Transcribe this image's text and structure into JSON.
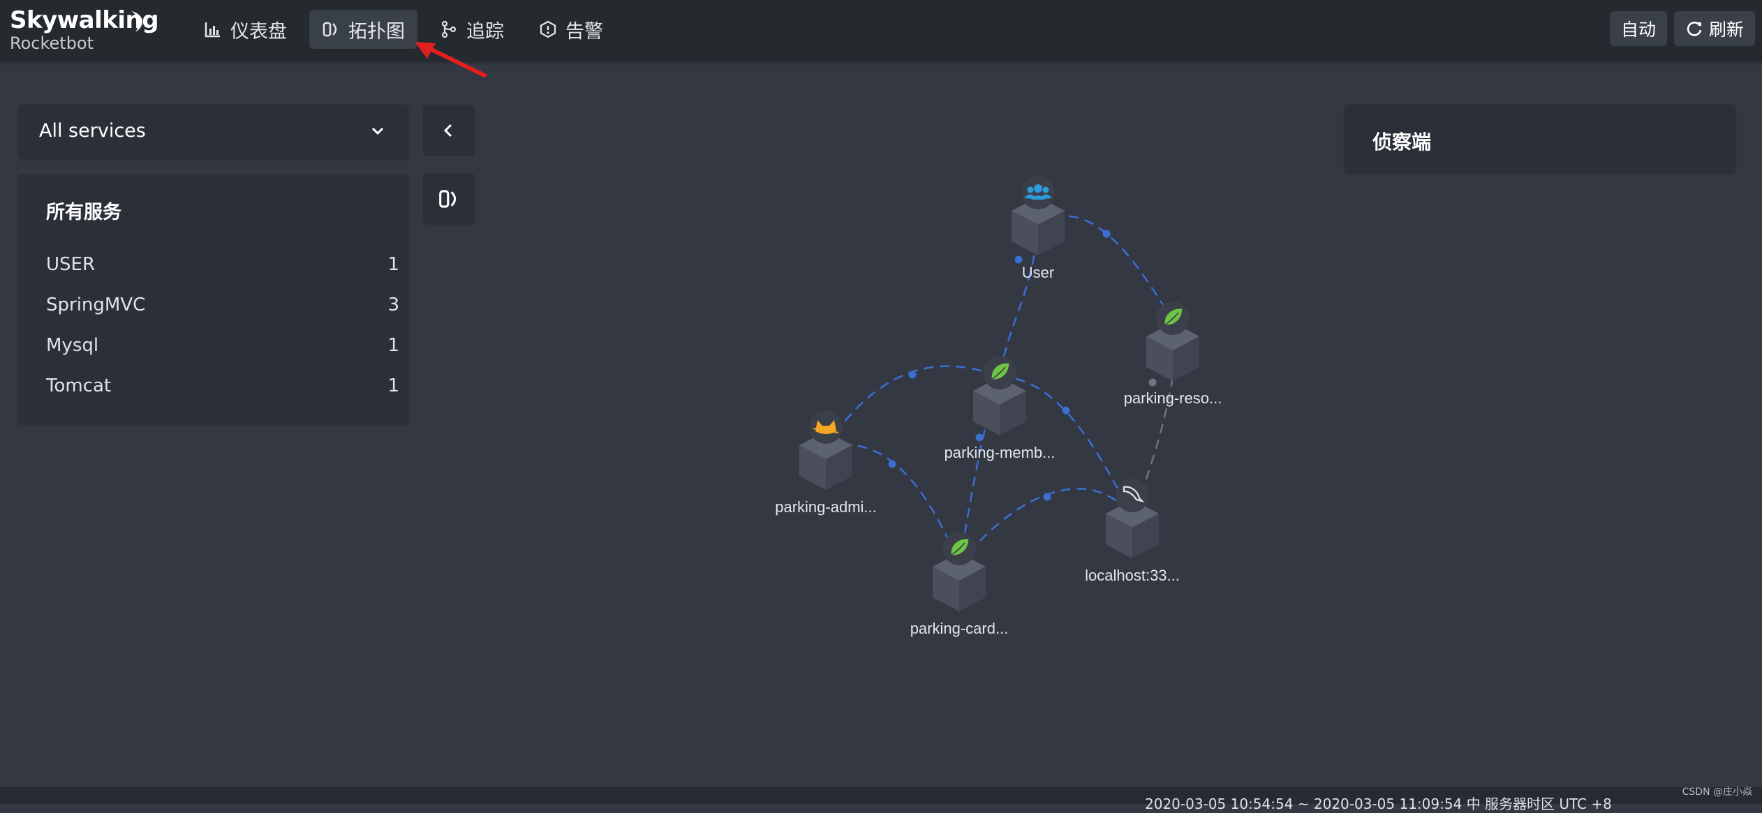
{
  "brand": {
    "name": "Skywalking",
    "subtitle": "Rocketbot"
  },
  "nav": [
    {
      "label": "仪表盘",
      "icon": "bar-chart-icon",
      "active": false
    },
    {
      "label": "拓扑图",
      "icon": "topology-icon",
      "active": true
    },
    {
      "label": "追踪",
      "icon": "trace-icon",
      "active": false
    },
    {
      "label": "告警",
      "icon": "alarm-icon",
      "active": false
    }
  ],
  "toolbar": {
    "auto_label": "自动",
    "refresh_label": "刷新"
  },
  "service_select": {
    "value": "All services"
  },
  "services": {
    "title": "所有服务",
    "items": [
      {
        "name": "USER",
        "count": "1"
      },
      {
        "name": "SpringMVC",
        "count": "3"
      },
      {
        "name": "Mysql",
        "count": "1"
      },
      {
        "name": "Tomcat",
        "count": "1"
      }
    ]
  },
  "detector": {
    "title": "侦察端"
  },
  "topology": {
    "nodes": [
      {
        "id": "user",
        "label": "User",
        "type": "user-icon"
      },
      {
        "id": "reso",
        "label": "parking-reso...",
        "type": "spring-leaf-icon"
      },
      {
        "id": "memb",
        "label": "parking-memb...",
        "type": "spring-leaf-icon"
      },
      {
        "id": "admi",
        "label": "parking-admi...",
        "type": "tomcat-icon"
      },
      {
        "id": "card",
        "label": "parking-card...",
        "type": "spring-leaf-icon"
      },
      {
        "id": "mysql",
        "label": "localhost:33...",
        "type": "mysql-dolphin-icon"
      }
    ],
    "edges": [
      [
        "user",
        "memb"
      ],
      [
        "user",
        "reso"
      ],
      [
        "admi",
        "memb"
      ],
      [
        "memb",
        "mysql"
      ],
      [
        "admi",
        "card"
      ],
      [
        "card",
        "memb"
      ],
      [
        "card",
        "mysql"
      ],
      [
        "reso",
        "mysql"
      ]
    ]
  },
  "footer": {
    "time_range": "2020-03-05 10:54:54 ~ 2020-03-05 11:09:54   中   服务器时区 UTC +8"
  },
  "watermark": "CSDN @庄小焱",
  "colors": {
    "background": "#333843",
    "topbar": "#252a2f",
    "edge": "#3b6fd1",
    "spring": "#6cc644",
    "tomcat": "#f5a623",
    "user": "#2d9cdb"
  }
}
